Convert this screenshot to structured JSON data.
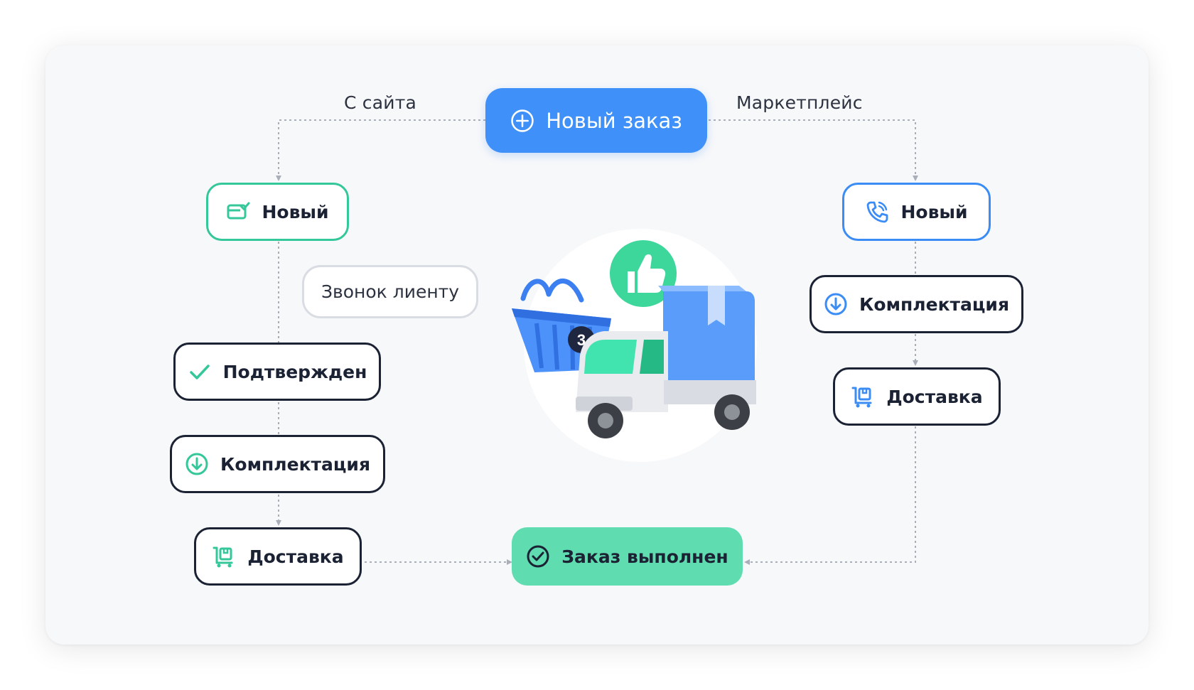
{
  "diagram": {
    "top_node": {
      "label": "Новый заказ"
    },
    "left_branch_label": "С сайта",
    "right_branch_label": "Маркетплейс",
    "left": {
      "new": "Новый",
      "call": "Звонок лиенту",
      "confirmed": "Подтвержден",
      "picking": "Комплектация",
      "delivery": "Доставка"
    },
    "right": {
      "new": "Новый",
      "picking": "Комплектация",
      "delivery": "Доставка"
    },
    "done_node": {
      "label": "Заказ выполнен"
    },
    "basket_badge": "3"
  },
  "colors": {
    "primary": "#3f91f9",
    "green": "#34c79a",
    "done": "#5fdcb0",
    "dark": "#1b2233",
    "connector": "#a9aeb8"
  },
  "icons": {
    "top": "plus-circle-icon",
    "left_new": "card-check-icon",
    "right_new": "phone-icon",
    "confirmed": "check-icon",
    "picking": "arrow-down-circle-icon",
    "delivery": "cart-box-icon",
    "done": "check-circle-icon"
  }
}
